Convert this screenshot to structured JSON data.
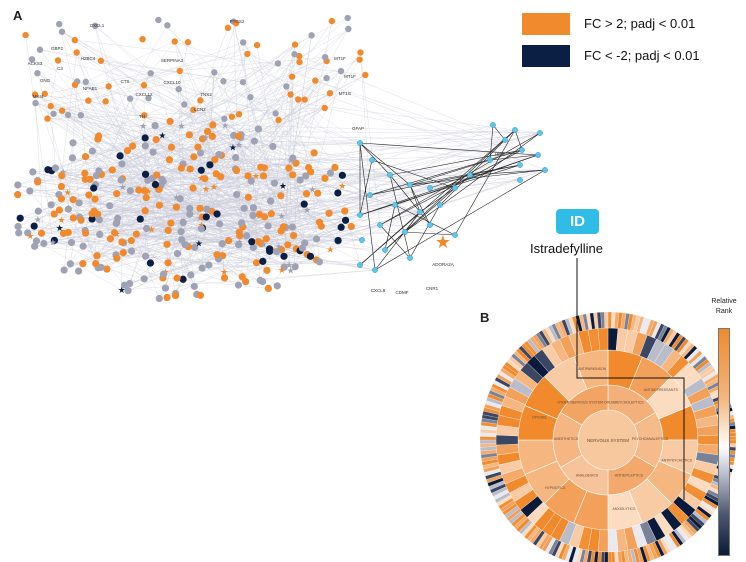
{
  "panels": {
    "a_label": "A",
    "b_label": "B"
  },
  "legend": {
    "up_label": "FC >  2; padj < 0.01",
    "down_label": "FC < -2; padj < 0.01",
    "up_color": "#f08a2c",
    "down_color": "#0b1f45"
  },
  "highlight": {
    "badge": "ID",
    "drug": "Istradefylline",
    "badge_color": "#2fbde8"
  },
  "colorbar": {
    "title_line1": "Relative",
    "title_line2": "Rank"
  },
  "network": {
    "gene_labels": [
      "CXCL1",
      "PTGS2",
      "GBP2",
      "H2BC4",
      "SERPINA3",
      "MT1F",
      "ACKS3",
      "C3",
      "CTS",
      "CXCL10",
      "MT1F",
      "TNS2",
      "MT1G",
      "NFAB1",
      "CXCL12",
      "LCN2",
      "GFAP",
      "MKI4",
      "TH",
      "ADORA2A",
      "CXCL8",
      "CDMF",
      "CNR1",
      "GNG",
      "UDG"
    ],
    "edge_color": "#c6c8d6",
    "hub_edge_color": "#222222"
  },
  "sunburst": {
    "center_label": "NERVOUS SYSTEM",
    "inner_labels": [
      "PSYCHOLEPTICS",
      "PSYCHOANALEPTICS",
      "ANTIEPILEPTICS",
      "ANALGESICS",
      "ANESTHETICS",
      "OTHER NERVOUS SYSTEM DRUGS"
    ],
    "outer_labels": [
      "ANTIDEPRESSANTS",
      "ANTIPSYCHOTICS",
      "ANXIOLYTICS",
      "HYPNOTICS",
      "OPIOIDS",
      "ANTIPARKINSON"
    ]
  }
}
